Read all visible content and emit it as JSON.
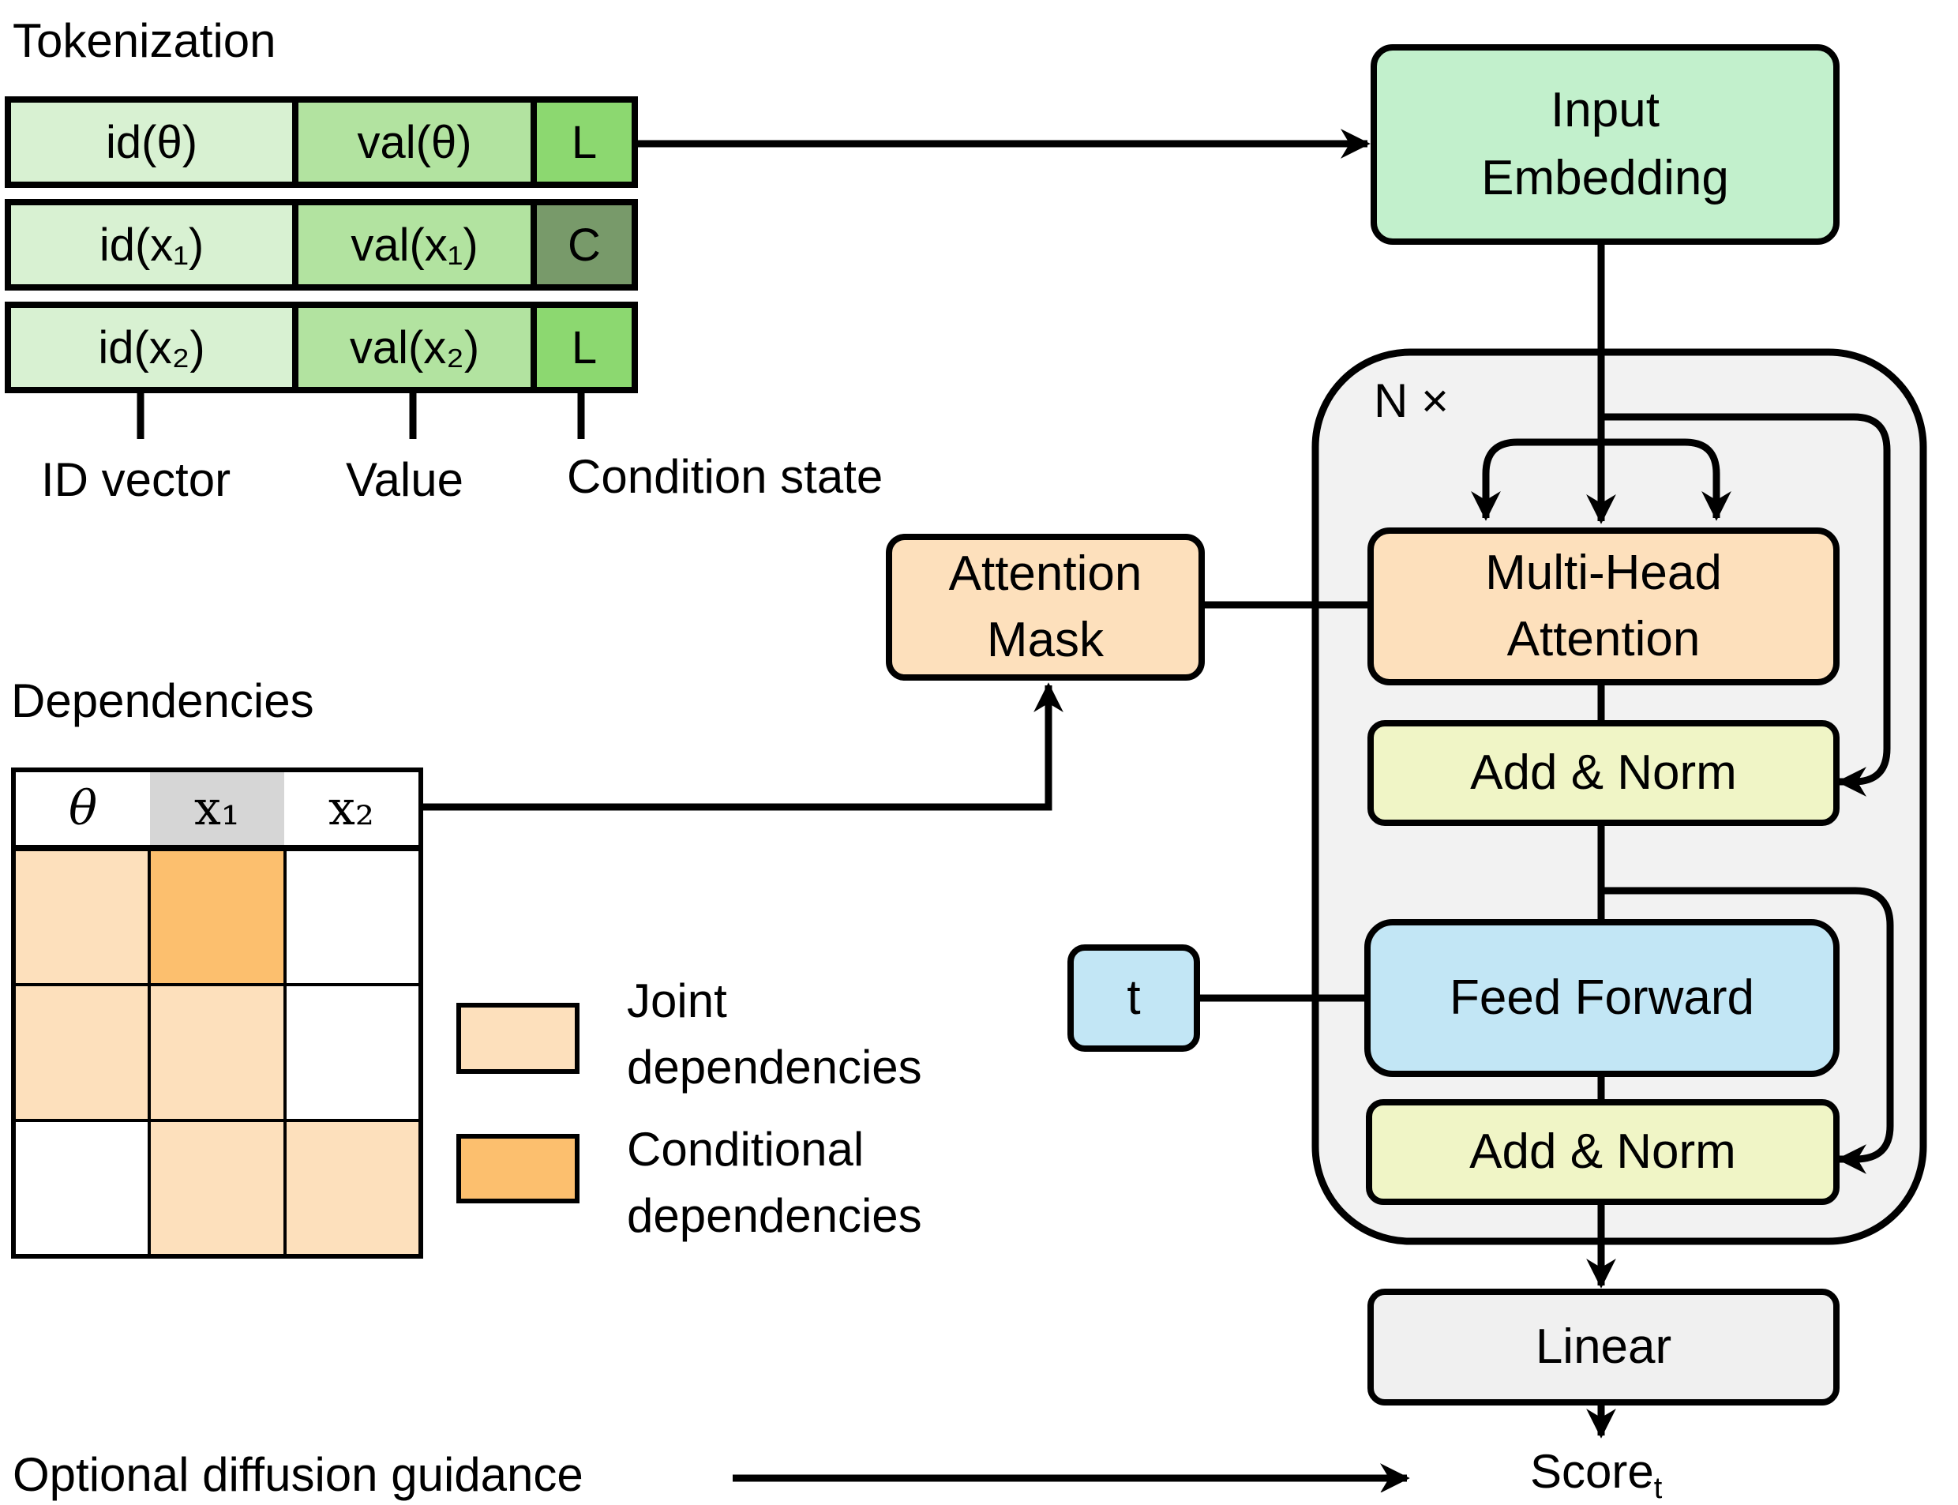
{
  "tokenization": {
    "title": "Tokenization",
    "rows": [
      {
        "id": "id(θ)",
        "val": "val(θ)",
        "state": "L"
      },
      {
        "id": "id(x₁)",
        "val": "val(x₁)",
        "state": "C"
      },
      {
        "id": "id(x₂)",
        "val": "val(x₂)",
        "state": "L"
      }
    ],
    "labels": {
      "id_vector": "ID vector",
      "value": "Value",
      "condition_state": "Condition state"
    }
  },
  "dependencies": {
    "title": "Dependencies",
    "headers": [
      "θ",
      "x₁",
      "x₂"
    ],
    "matrix": [
      [
        "joint",
        "conditional",
        "none"
      ],
      [
        "joint",
        "joint",
        "none"
      ],
      [
        "none",
        "joint",
        "joint"
      ]
    ],
    "legend": {
      "joint": "Joint dependencies",
      "conditional": "Conditional dependencies"
    }
  },
  "blocks": {
    "input_embedding": "Input Embedding",
    "repeat": "N ×",
    "multi_head_attention": "Multi-Head Attention",
    "add_norm_1": "Add & Norm",
    "feed_forward": "Feed Forward",
    "add_norm_2": "Add & Norm",
    "linear": "Linear",
    "score": "Score",
    "score_sub": "t",
    "attention_mask": "Attention Mask",
    "t": "t"
  },
  "guidance": {
    "label": "Optional diffusion guidance"
  },
  "colors": {
    "id_cell": "#d8f1d2",
    "val_cell": "#b2e3a0",
    "state_latent": "#8cd870",
    "state_conditioned": "#789a6a",
    "input_embedding": "#c2f0cc",
    "attention": "#fde0bc",
    "add_norm": "#f0f5c6",
    "feed_forward": "#c2e6f5",
    "linear": "#f0f0f0",
    "repeat_block": "#f2f2f2",
    "joint": "#fde0bc",
    "conditional": "#fcbf6e",
    "header_highlight": "#d6d6d6"
  }
}
